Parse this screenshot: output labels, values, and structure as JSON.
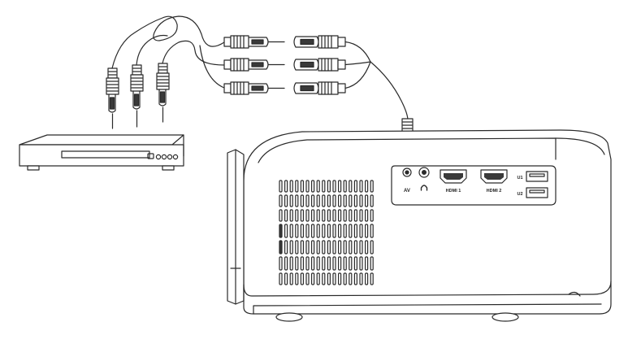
{
  "diagram": {
    "description_type": "connection-illustration",
    "ports": {
      "av": "AV",
      "headphone_icon": "headphone-icon",
      "hdmi1": "HDMI 1",
      "hdmi2": "HDMI 2",
      "usb1": "U1",
      "usb2": "U2"
    },
    "colors": {
      "line": "#2a2a2a",
      "fill": "#ffffff",
      "dark": "#3a3a3a"
    }
  }
}
